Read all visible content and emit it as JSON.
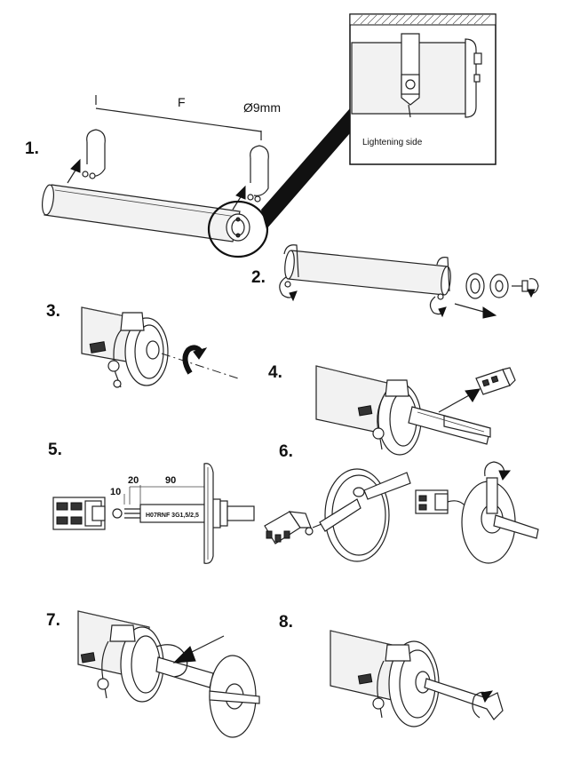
{
  "steps": {
    "s1": "1.",
    "s2": "2.",
    "s3": "3.",
    "s4": "4.",
    "s5": "5.",
    "s6": "6.",
    "s7": "7.",
    "s8": "8."
  },
  "labels": {
    "dimension_f": "F",
    "diameter": "Ø9mm",
    "inset_caption": "Lightening side"
  },
  "cable": {
    "dim_10": "10",
    "dim_20": "20",
    "dim_90": "90",
    "marking": "H07RNF 3G1,5/2,5"
  }
}
